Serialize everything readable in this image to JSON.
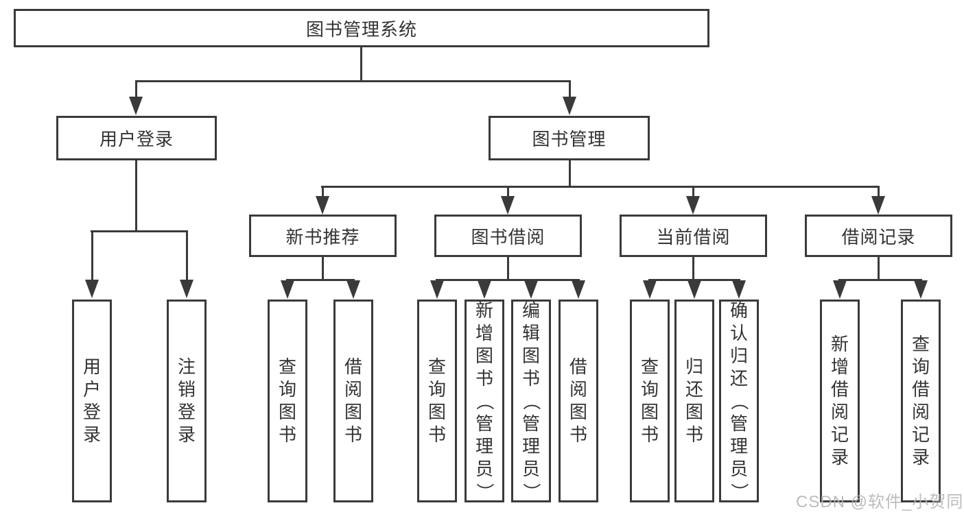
{
  "tree": {
    "root": "图书管理系统",
    "children": [
      {
        "label": "用户登录",
        "children": [
          "用户登录",
          "注销登录"
        ]
      },
      {
        "label": "图书管理",
        "children": [
          {
            "label": "新书推荐",
            "children": [
              "查询图书",
              "借阅图书"
            ]
          },
          {
            "label": "图书借阅",
            "children": [
              "查询图书",
              "新增图书（管理员）",
              "编辑图书（管理员）",
              "借阅图书"
            ]
          },
          {
            "label": "当前借阅",
            "children": [
              "查询图书",
              "归还图书",
              "确认归还（管理员）"
            ]
          },
          {
            "label": "借阅记录",
            "children": [
              "新增借阅记录",
              "查询借阅记录"
            ]
          }
        ]
      }
    ]
  },
  "watermark": {
    "text": "CSDN @软件_小贺同学"
  },
  "colors": {
    "line": "#3a3a3a",
    "text": "#333333",
    "box_background": "#ffffff",
    "watermark": "#b5b5b5",
    "background": "#ffffff"
  }
}
